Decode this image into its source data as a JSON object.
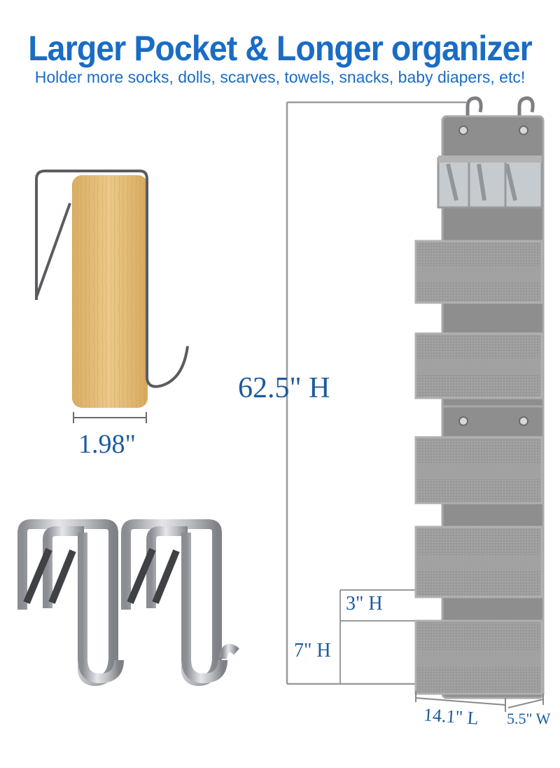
{
  "header": {
    "title": "Larger Pocket & Longer organizer",
    "subtitle": "Holder more socks, dolls, scarves, towels, snacks, baby diapers, etc!"
  },
  "dimensions": {
    "total_height": "62.5\" H",
    "door_thickness": "1.98\"",
    "pocket_height": "3\" H",
    "bin_height": "7\" H",
    "length": "14.1\" L",
    "width": "5.5\" W"
  },
  "colors": {
    "accent": "#1a6cc4",
    "dim_text": "#1b5a9e",
    "fabric": "#8e8e8e",
    "fabric_dark": "#7b7b7b",
    "wood": "#e2bb78"
  }
}
